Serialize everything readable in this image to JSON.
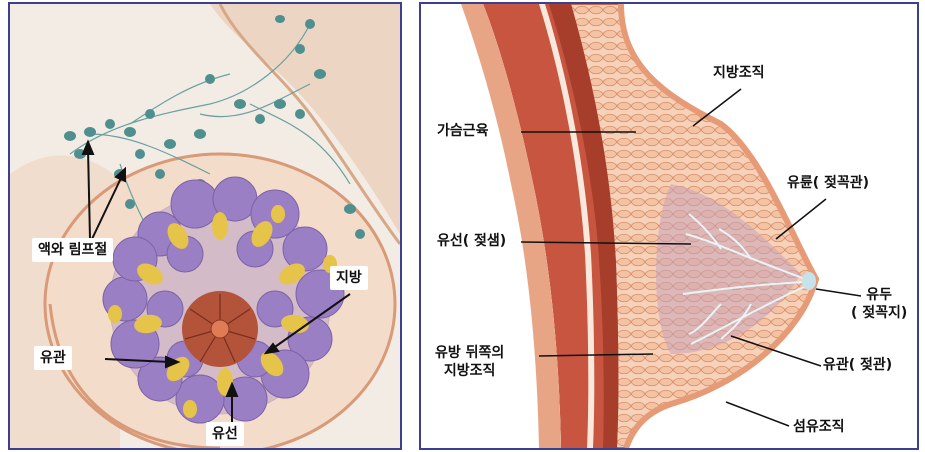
{
  "left": {
    "labels": {
      "lymph": "액와 림프절",
      "fat": "지방",
      "duct": "유관",
      "gland": "유선"
    }
  },
  "right": {
    "labels": {
      "chest_muscle": "가슴근육",
      "fat_tissue_top": "지방조직",
      "areola": "유륜( 젖꼭관)",
      "gland": "유선( 젖샘)",
      "nipple_line1": "유두",
      "nipple_line2": "( 젖꼭지)",
      "retro_fat_line1": "유방 뒤쪽의",
      "retro_fat_line2": "지방조직",
      "duct": "유관( 젖관)",
      "fibrous": "섬유조직"
    }
  },
  "colors": {
    "border": "#3b3f8f",
    "gland_purple": "#9b7fc4",
    "fat_yellow": "#e6c44a",
    "skin": "#e9a27a",
    "muscle": "#c7553f",
    "lymph_node": "#4f8f8f"
  }
}
